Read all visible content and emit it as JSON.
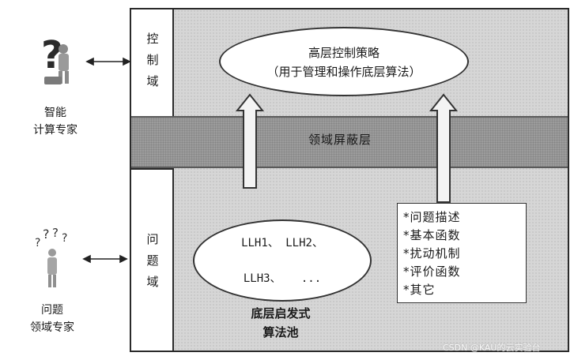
{
  "control_domain": {
    "label_chars": [
      "控",
      "制",
      "域"
    ]
  },
  "problem_domain": {
    "label_chars": [
      "问",
      "题",
      "域"
    ]
  },
  "high_level_strategy": {
    "title": "高层控制策略",
    "subtitle": "（用于管理和操作底层算法）"
  },
  "shield_layer": {
    "label": "领域屏蔽层"
  },
  "heuristic_pool": {
    "line1": "LLH1、 LLH2、",
    "line2": "LLH3、   ...",
    "caption_line1": "底层启发式",
    "caption_line2": "算法池"
  },
  "problem_info": {
    "items": [
      "*问题描述",
      "*基本函数",
      "*扰动机制",
      "*评价函数",
      "*其它"
    ]
  },
  "experts": {
    "intelligent": {
      "line1": "智能",
      "line2": "计算专家",
      "icon": "question-figure-icon"
    },
    "domain": {
      "line1": "问题",
      "line2": "领域专家",
      "icon": "thinking-figure-icon"
    }
  },
  "watermark": "CSDN @KAU的云实验台",
  "colors": {
    "background": "#d6d6d6",
    "band": "#9c9c9c",
    "frame": "#2a2a2a"
  }
}
